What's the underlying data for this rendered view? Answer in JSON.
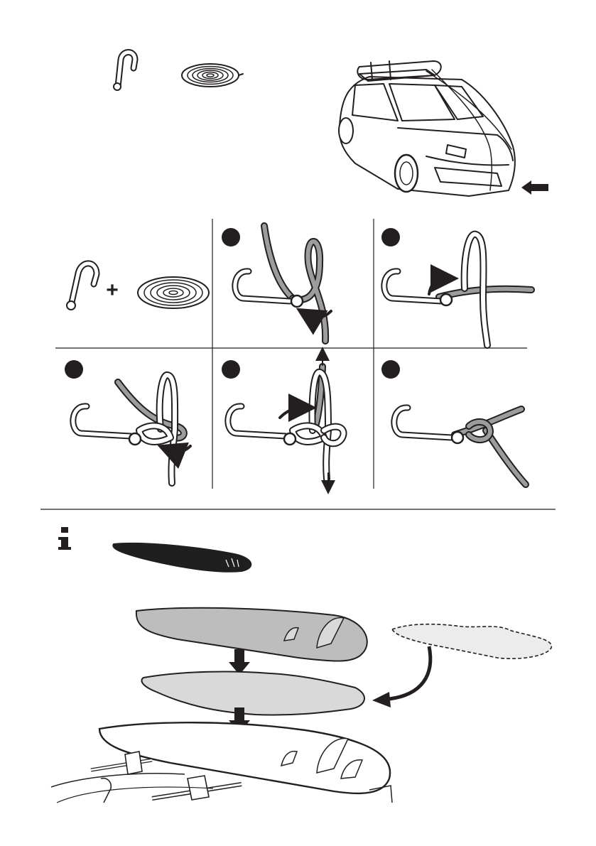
{
  "info_icon": "info-icon",
  "plus_sign": "+",
  "colors": {
    "line": "#231f20",
    "rope_grey": "#9c9c9c",
    "board_dark": "#1f1f1f",
    "board_grey": "#bdbdbd",
    "pad_grey": "#d9d9d9"
  },
  "steps": [
    {
      "name": "step-1-badge"
    },
    {
      "name": "step-2-badge"
    },
    {
      "name": "step-3-badge"
    },
    {
      "name": "step-4-badge"
    },
    {
      "name": "step-5-badge"
    }
  ]
}
